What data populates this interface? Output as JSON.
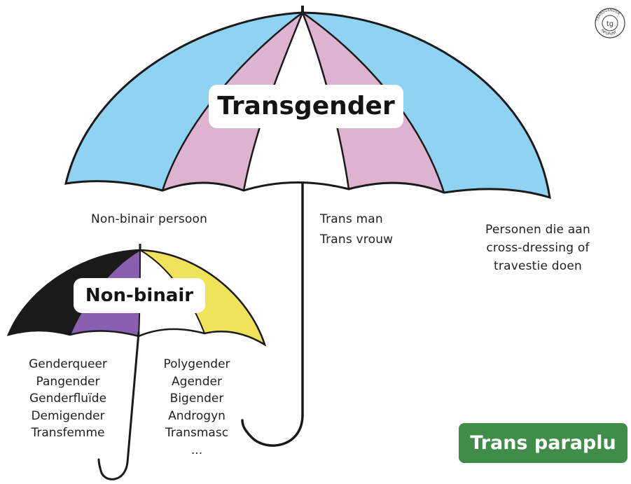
{
  "umbrella_large": {
    "title": "Transgender",
    "colors": {
      "blue": "#8fd2f2",
      "pink": "#ddb3cf",
      "white": "#ffffff"
    },
    "labels": {
      "left": "Non-binair persoon",
      "middle": [
        "Trans man",
        "Trans vrouw"
      ],
      "right": [
        "Personen die aan",
        "cross-dressing of",
        "travestie doen"
      ]
    }
  },
  "umbrella_small": {
    "title": "Non-binair",
    "colors": {
      "black": "#1a1a1a",
      "purple": "#8a5fb0",
      "white": "#ffffff",
      "yellow": "#eee35a"
    },
    "list_left": [
      "Genderqueer",
      "Pangender",
      "Genderfluïde",
      "Demigender",
      "Transfemme"
    ],
    "list_right": [
      "Polygender",
      "Agender",
      "Bigender",
      "Androgyn",
      "Transmasc",
      "..."
    ]
  },
  "badge": {
    "label": "Trans paraplu",
    "color": "#3f8d49"
  },
  "logo": {
    "lettering": [
      "TRANSGENDER",
      "INFOPUNT"
    ],
    "monogram": "tg"
  }
}
